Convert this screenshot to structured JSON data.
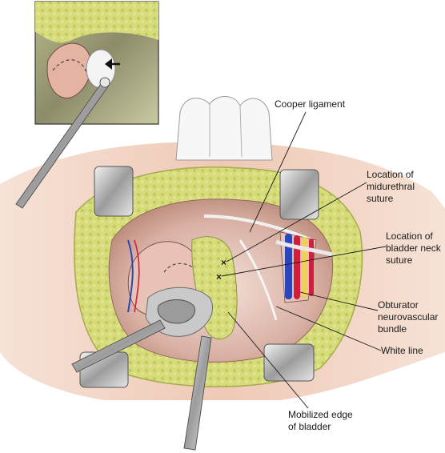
{
  "labels": {
    "cooper_ligament": "Cooper ligament",
    "midurethral_1": "Location of",
    "midurethral_2": "midurethral",
    "midurethral_3": "suture",
    "bladder_neck_1": "Location of",
    "bladder_neck_2": "bladder neck",
    "bladder_neck_3": "suture",
    "obturator_1": "Obturator",
    "obturator_2": "neurovascular",
    "obturator_3": "bundle",
    "white_line": "White line",
    "mobilized_1": "Mobilized edge",
    "mobilized_2": "of bladder"
  },
  "markers": {
    "suture_mark": "×"
  },
  "icons": [
    "arrow-left-icon"
  ],
  "colors": {
    "fat_yellow": "#d6dc7a",
    "tissue_pink": "#e4b3a3",
    "artery_red": "#d21e3c",
    "vein_blue": "#2a46b8",
    "nerve_yellow": "#f0d24a"
  }
}
